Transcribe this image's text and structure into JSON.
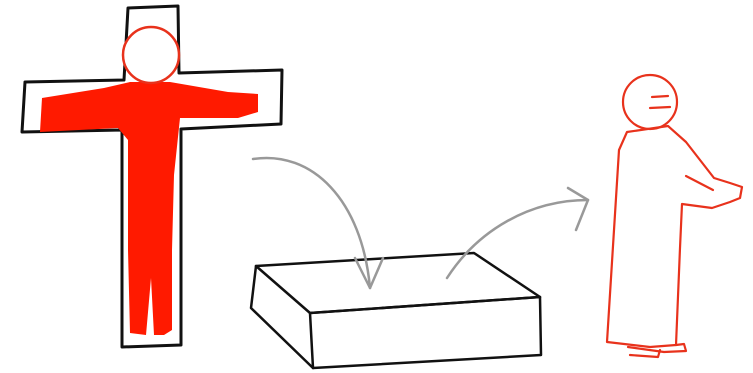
{
  "colors": {
    "background": "#ffffff",
    "outline": "#111111",
    "figure_fill": "#ff1a00",
    "figure_stroke": "#e8321c",
    "arrow": "#999999"
  },
  "scene": {
    "elements": [
      {
        "name": "cross",
        "icon": "cross-icon"
      },
      {
        "name": "crucified-figure",
        "icon": "figure-filled-icon"
      },
      {
        "name": "tomb",
        "icon": "box-icon"
      },
      {
        "name": "arrow-into-tomb",
        "icon": "curved-arrow-icon"
      },
      {
        "name": "arrow-out-of-tomb",
        "icon": "curved-arrow-icon"
      },
      {
        "name": "risen-figure",
        "icon": "figure-outline-icon"
      }
    ]
  }
}
